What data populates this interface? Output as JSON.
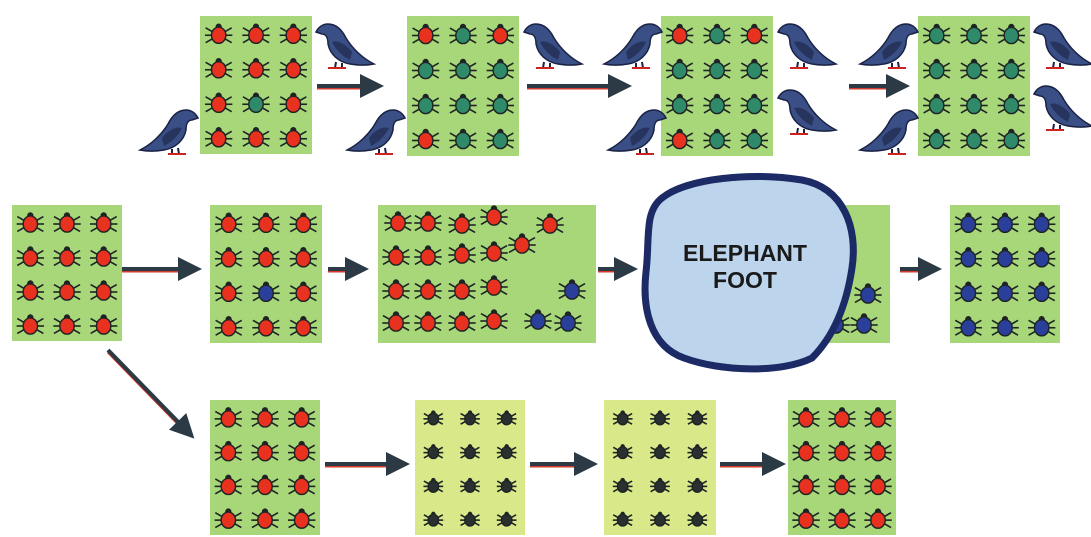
{
  "colors": {
    "bg_green": "#a8d77a",
    "bg_pale": "#d9e98a",
    "beetle_red": "#e8311f",
    "beetle_green": "#2f8a6a",
    "beetle_blue": "#2a3f9a",
    "beetle_dark": "#2a3030",
    "bird": "#3a4f86",
    "puddle_fill": "#bcd4ec",
    "puddle_stroke": "#1c2a66"
  },
  "elephant_foot": {
    "line1": "ELEPHANT",
    "line2": "FOOT"
  },
  "icons": [
    "bird-icon",
    "beetle-icon",
    "arrow-icon",
    "elephant-foot-shape"
  ]
}
